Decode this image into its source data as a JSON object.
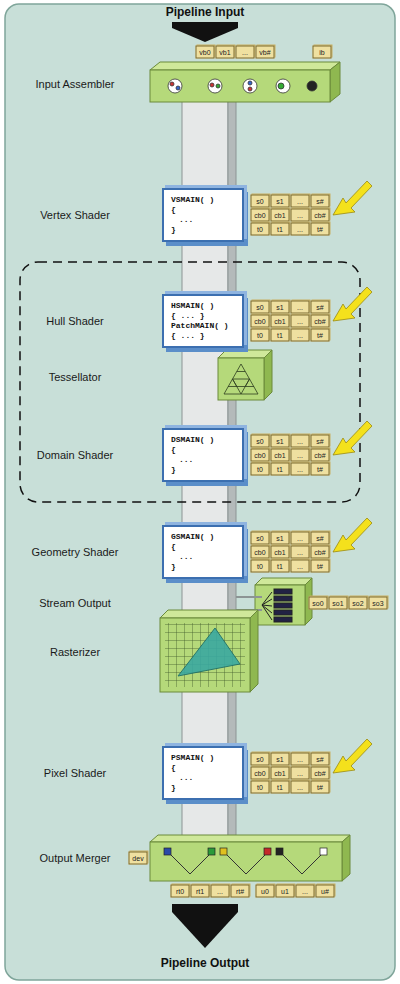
{
  "diagram": {
    "nodes": [
      {
        "text": [
          "VSMAIN( )",
          "{",
          "...",
          "}"
        ]
      },
      {
        "text": [
          "HSMAIN( )",
          "{ ... }",
          "PatchMAIN( )",
          "{ ... }"
        ]
      },
      {
        "text": [
          "DSMAIN( )",
          "{",
          "...",
          "}"
        ]
      },
      {
        "text": [
          "GSMAIN( )",
          "{",
          "...",
          "}"
        ]
      },
      {
        "text": [
          "PSMAIN( )",
          "{",
          "...",
          "}"
        ]
      }
    ],
    "labels": [
      "Pipeline Input",
      "vb0",
      "vb1",
      "...",
      "vb#",
      "ib",
      "Input Assembler",
      "Vertex Shader",
      "s0",
      "s1",
      "...",
      "s#",
      "cb0",
      "cb1",
      "...",
      "cb#",
      "t0",
      "t1",
      "...",
      "t#",
      "Hull Shader",
      "s0",
      "s1",
      "...",
      "s#",
      "cb0",
      "cb1",
      "...",
      "cb#",
      "t0",
      "t1",
      "...",
      "t#",
      "Tessellator",
      "Domain Shader",
      "s0",
      "s1",
      "...",
      "s#",
      "cb0",
      "cb1",
      "...",
      "cb#",
      "t0",
      "t1",
      "...",
      "t#",
      "Geometry Shader",
      "s0",
      "s1",
      "...",
      "s#",
      "cb0",
      "cb1",
      "...",
      "cb#",
      "t0",
      "t1",
      "...",
      "t#",
      "Stream Output",
      "so0",
      "so1",
      "so2",
      "so3",
      "Rasterizer",
      "Pixel Shader",
      "s0",
      "s1",
      "...",
      "s#",
      "cb0",
      "cb1",
      "...",
      "cb#",
      "t0",
      "t1",
      "...",
      "t#",
      "Output Merger",
      "dev",
      "rt0",
      "rt1",
      "...",
      "rt#",
      "u0",
      "u1",
      "...",
      "u#",
      "Pipeline Output"
    ]
  }
}
